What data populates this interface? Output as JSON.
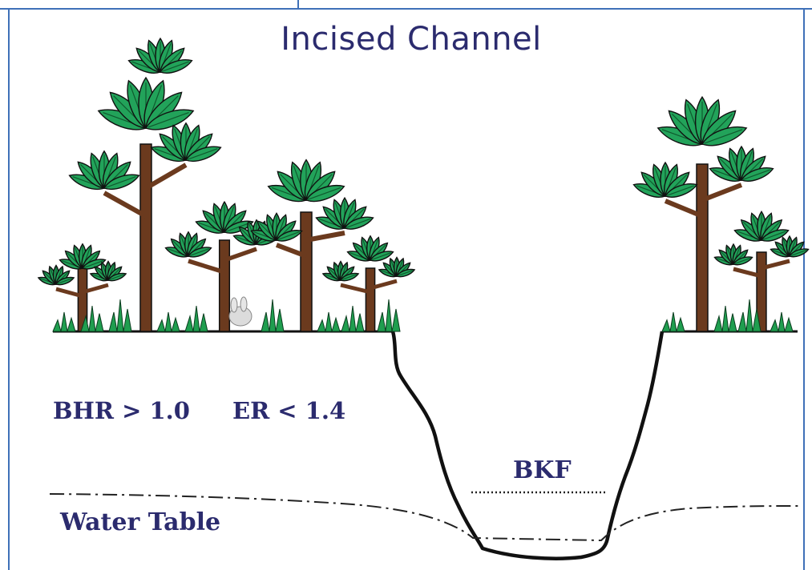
{
  "title": "Incised Channel",
  "labels": {
    "bhr": "BHR > 1.0",
    "er": "ER < 1.4",
    "bkf": "BKF",
    "water_table": "Water Table"
  },
  "colors": {
    "text": "#2b2b6e",
    "frame": "#3f70b8",
    "leaf": "#22a35a",
    "leaf_dark": "#0f5a2e",
    "trunk": "#6b3a1e",
    "grass": "#1f9e4f"
  }
}
